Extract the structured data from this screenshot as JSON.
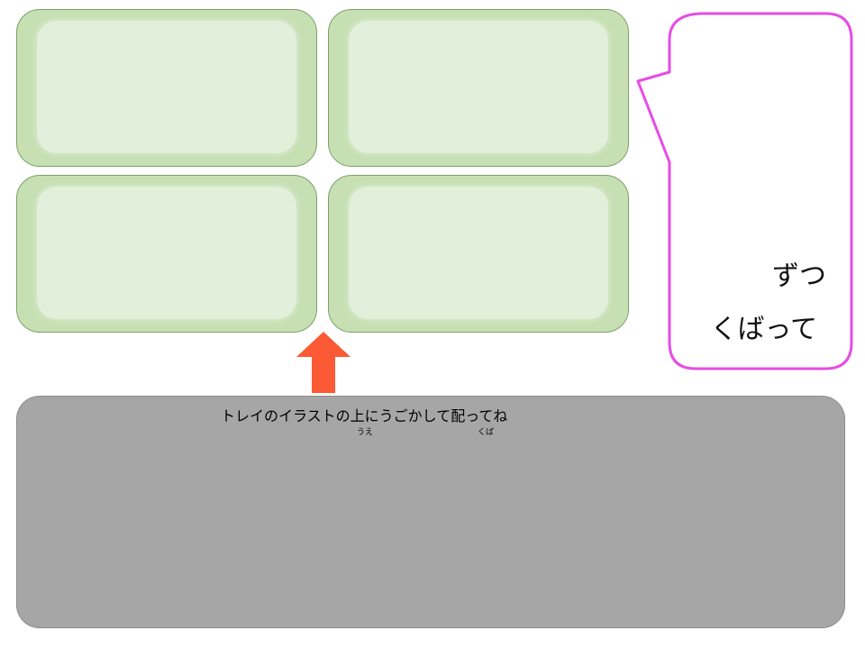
{
  "slide": {
    "trays": [
      {
        "id": 1
      },
      {
        "id": 2
      },
      {
        "id": 3
      },
      {
        "id": 4
      }
    ],
    "speech_bubble": {
      "lines": [
        "ずつ",
        "くばって"
      ],
      "border_color": "#e64ce6"
    },
    "arrow": {
      "color": "#fb5a34",
      "direction": "up"
    },
    "drop_area": {
      "instruction": "トレイのイラストの上にうごかして配ってね",
      "furigana": {
        "ue": "うえ",
        "kuba": "くば"
      },
      "color": "#a6a6a6"
    },
    "tray_colors": {
      "outer": "#c6e0b4",
      "inner": "#e2efda"
    }
  }
}
